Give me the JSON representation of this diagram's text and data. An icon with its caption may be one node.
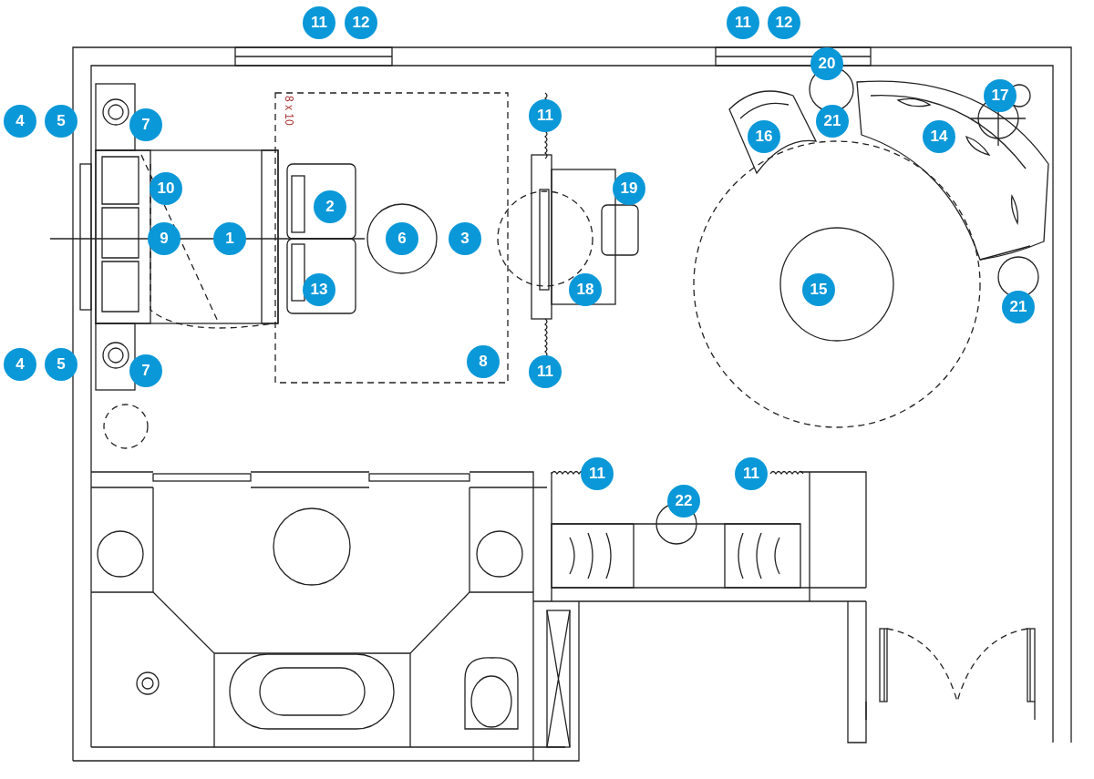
{
  "diagram": {
    "labels": [
      "11",
      "12",
      "11",
      "12",
      "20",
      "17",
      "8 x 10",
      "11",
      "4",
      "5",
      "7",
      "21",
      "16",
      "14",
      "10",
      "19",
      "2",
      "9",
      "1",
      "6",
      "3",
      "13",
      "18",
      "15",
      "21",
      "4",
      "5",
      "7",
      "8",
      "11",
      "11",
      "11",
      "22"
    ]
  }
}
